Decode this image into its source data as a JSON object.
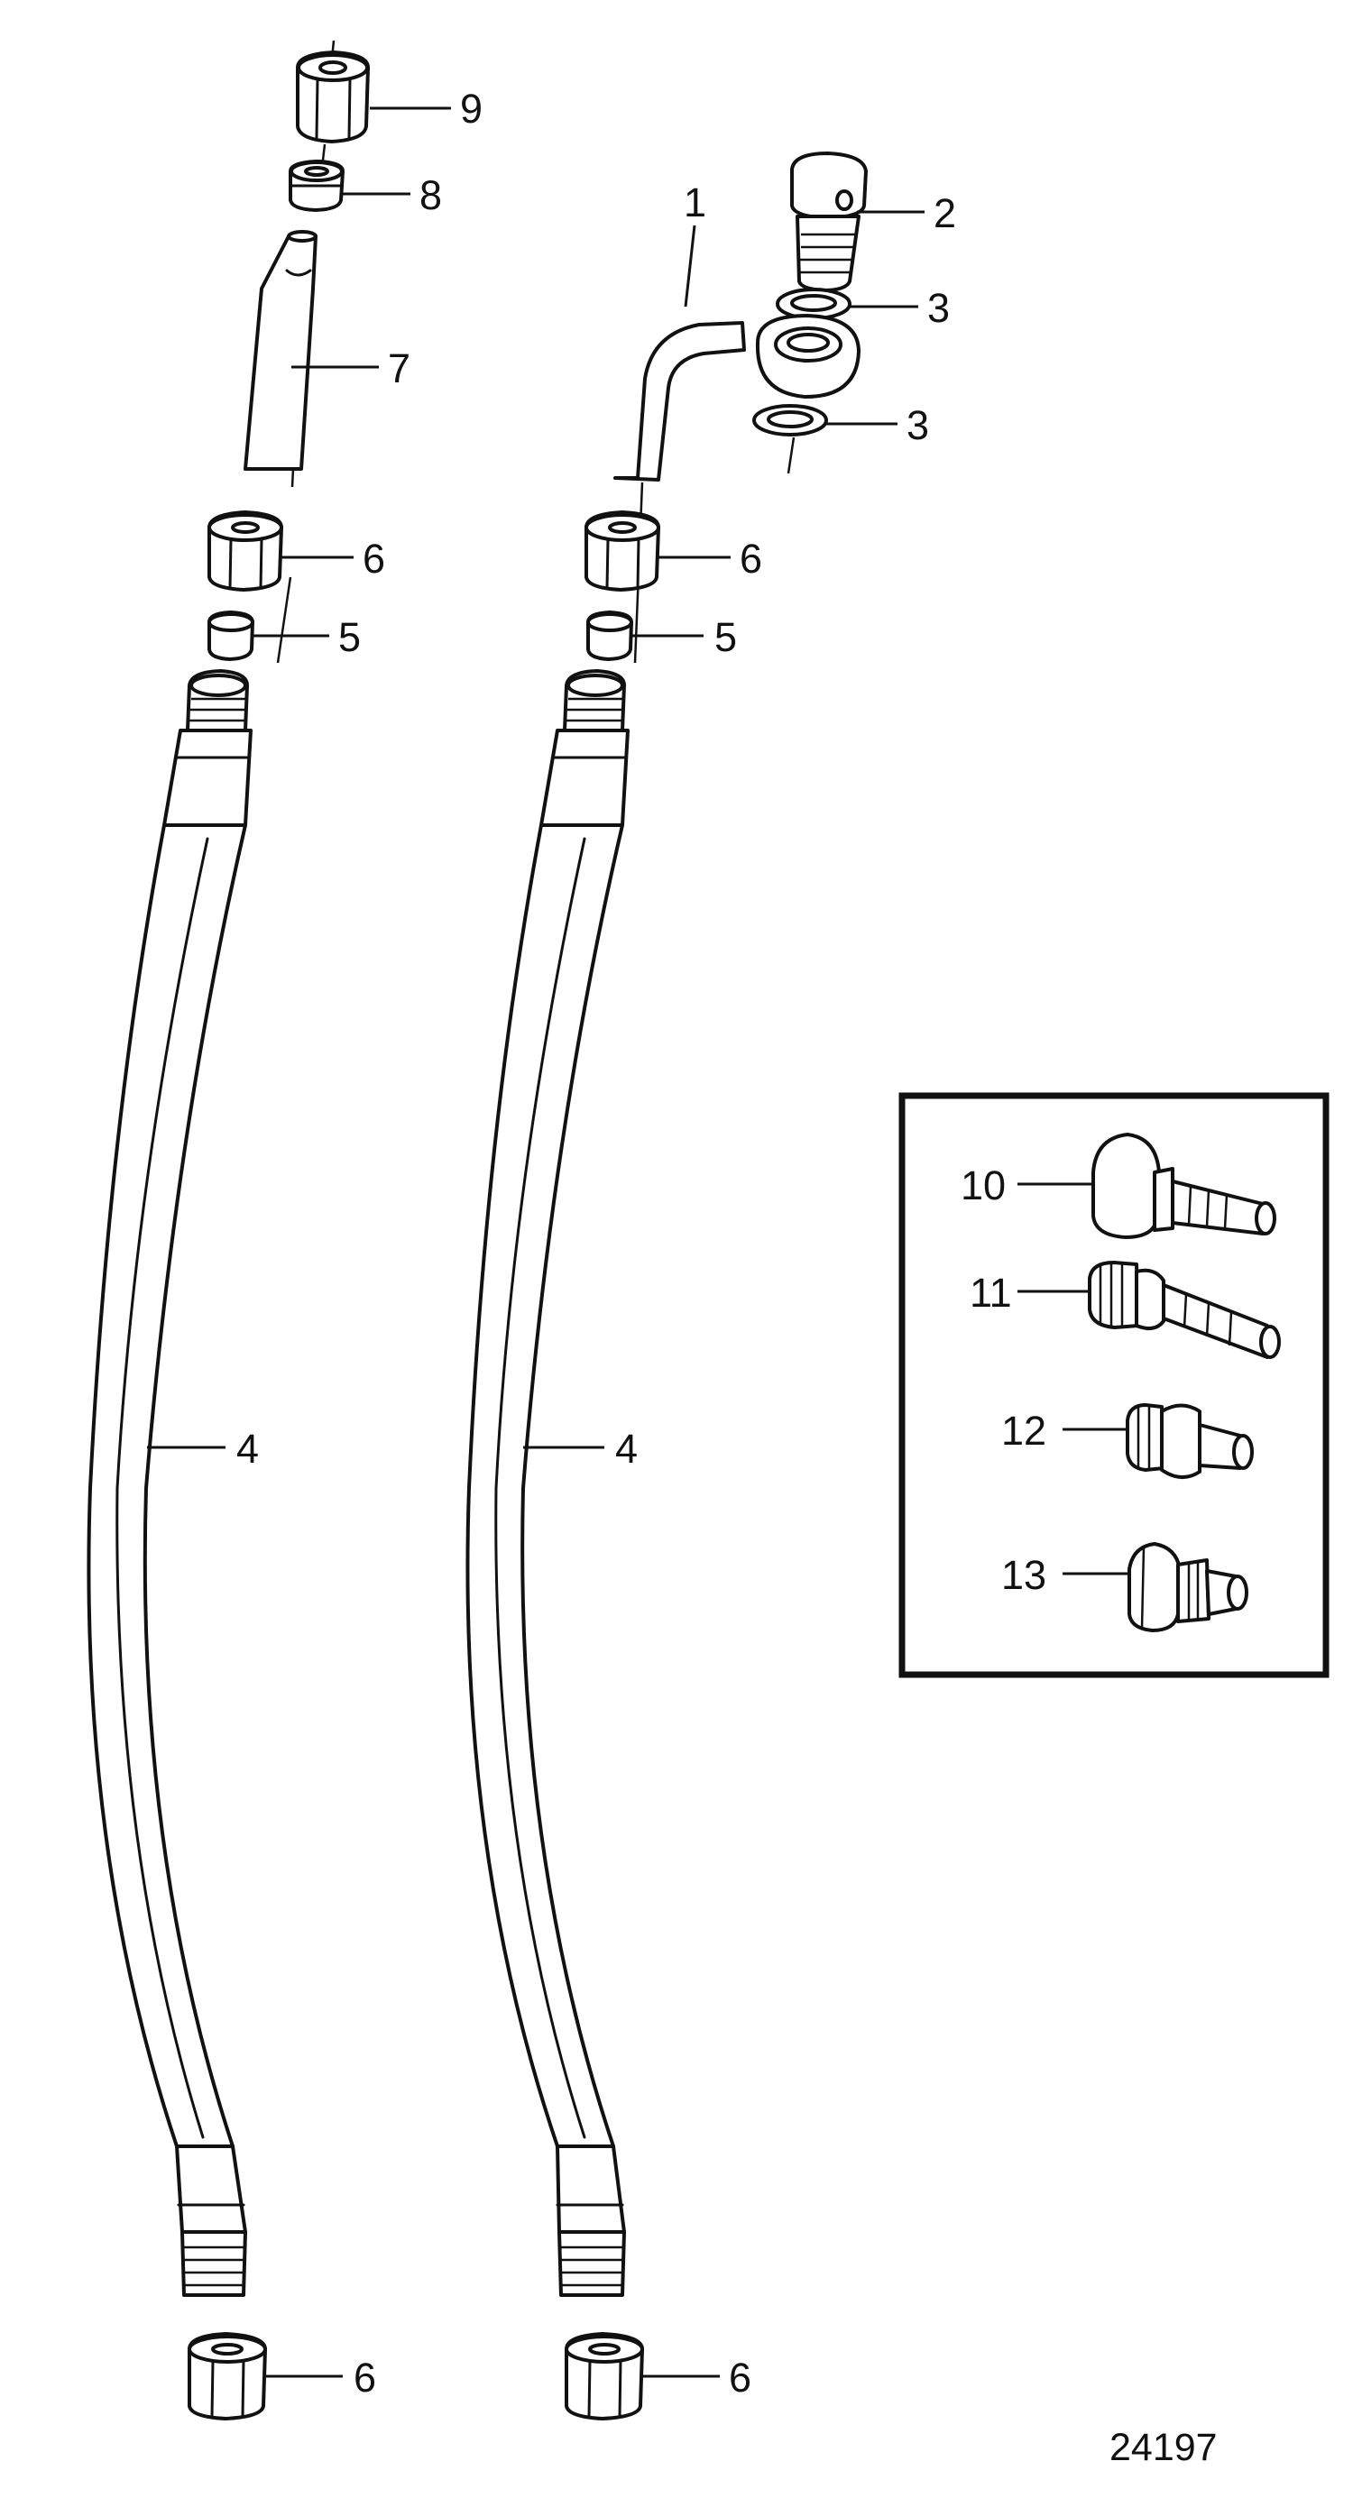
{
  "diagram": {
    "callouts": [
      {
        "id": "c9",
        "label": "9"
      },
      {
        "id": "c8",
        "label": "8"
      },
      {
        "id": "c7",
        "label": "7"
      },
      {
        "id": "c6a",
        "label": "6"
      },
      {
        "id": "c5a",
        "label": "5"
      },
      {
        "id": "c4a",
        "label": "4"
      },
      {
        "id": "c6b",
        "label": "6"
      },
      {
        "id": "c1",
        "label": "1"
      },
      {
        "id": "c2",
        "label": "2"
      },
      {
        "id": "c3a",
        "label": "3"
      },
      {
        "id": "c3b",
        "label": "3"
      },
      {
        "id": "c6c",
        "label": "6"
      },
      {
        "id": "c5b",
        "label": "5"
      },
      {
        "id": "c4b",
        "label": "4"
      },
      {
        "id": "c6d",
        "label": "6"
      },
      {
        "id": "c10",
        "label": "10"
      },
      {
        "id": "c11",
        "label": "11"
      },
      {
        "id": "c12",
        "label": "12"
      },
      {
        "id": "c13",
        "label": "13"
      }
    ],
    "drawing_number": "24197"
  }
}
